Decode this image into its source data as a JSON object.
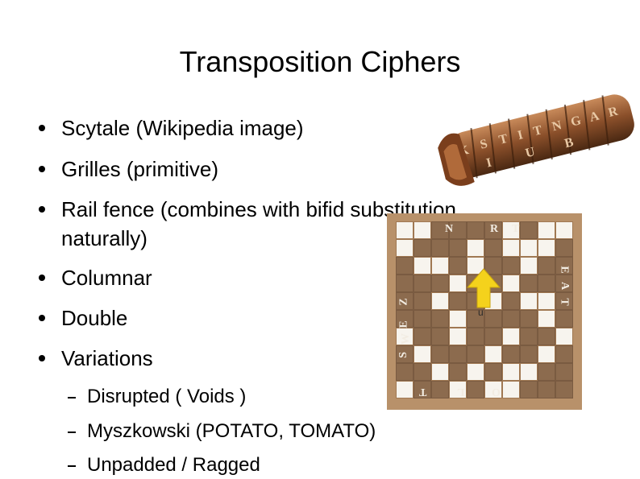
{
  "slide": {
    "title": "Transposition Ciphers",
    "bullets": [
      "Scytale (Wikipedia image)",
      "Grilles (primitive)",
      "Rail fence (combines with bifid substitution",
      "naturally)",
      "Columnar",
      "Double",
      "Variations"
    ],
    "sub_bullets": [
      "Disrupted ( Voids )",
      "Myszkowski (POTATO, TOMATO)",
      "Unpadded / Ragged"
    ]
  },
  "images": {
    "scytale": {
      "icon": "scytale-image",
      "letters": [
        "K",
        "S",
        "T",
        "I",
        "T",
        "N",
        "G",
        "A",
        "R",
        "I",
        "U",
        "B"
      ]
    },
    "grille": {
      "icon": "grille-image",
      "top_edge": [
        "N",
        "R",
        "T"
      ],
      "left_edge": [
        "Z",
        "E",
        "W",
        "S"
      ],
      "right_edge": [
        "E",
        "A",
        "T"
      ],
      "bottom_edge": [
        "T",
        "L",
        "O"
      ],
      "arrow_label": "u"
    }
  }
}
